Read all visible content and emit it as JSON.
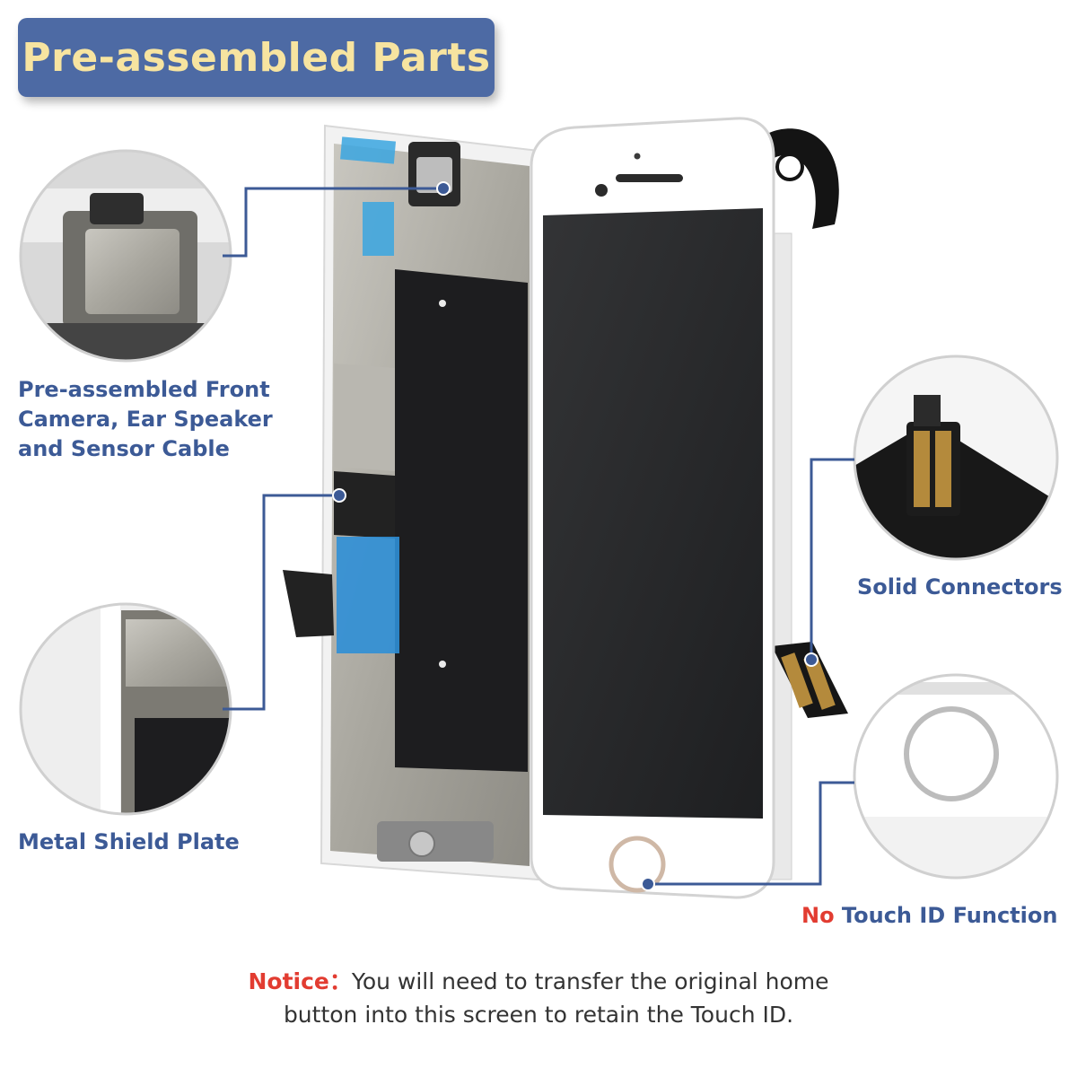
{
  "banner": {
    "title": "Pre-assembled Parts"
  },
  "callouts": {
    "front_camera": {
      "line1": "Pre-assembled Front",
      "line2": "Camera, Ear Speaker",
      "line3": "and Sensor Cable"
    },
    "metal_shield": {
      "label": "Metal Shield Plate"
    },
    "solid_connectors": {
      "label": "Solid Connectors"
    },
    "touch_id": {
      "prefix": "No",
      "rest": " Touch ID Function"
    }
  },
  "notice": {
    "lead": "Notice：",
    "line1": "You will need to transfer the original home",
    "line2": "button into this screen to retain the Touch ID."
  },
  "colors": {
    "banner_bg": "#4d6aa4",
    "banner_text": "#f7e4a0",
    "label_blue": "#3c5a96",
    "alert_red": "#e23c31"
  }
}
